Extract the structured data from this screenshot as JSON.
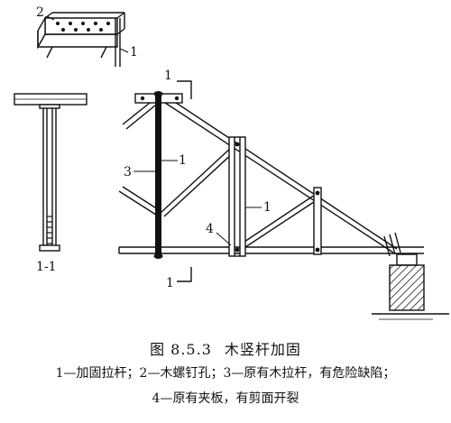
{
  "labels": {
    "top_detail_num": "2",
    "top_detail_rod": "1",
    "section_marker_top": "1",
    "section_marker_bottom": "1",
    "section_name": "1-1",
    "callout_3": "3",
    "callout_1_left": "1",
    "callout_1_right": "1",
    "callout_4": "4"
  },
  "caption": {
    "figure_number": "图 8.5.3",
    "title": "木竖杆加固",
    "legend_line1": "1—加固拉杆；2—木螺钉孔；3—原有木拉杆，有危险缺陷；",
    "legend_line2": "4—原有夹板，有剪面开裂"
  }
}
